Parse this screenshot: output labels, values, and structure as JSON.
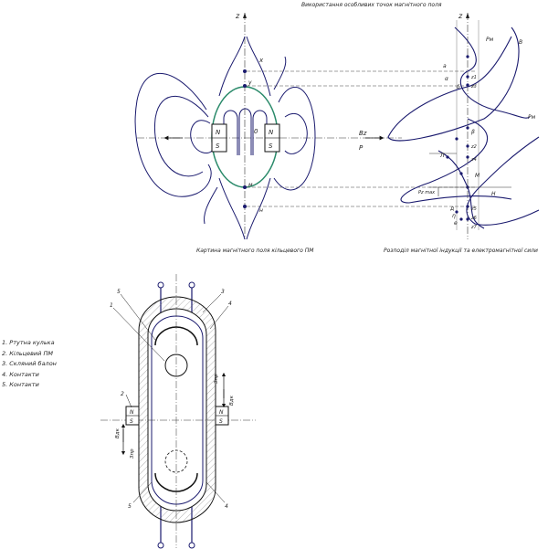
{
  "captions": {
    "title_top": "Використання особливих точок магнітного поля",
    "caption_left": "Картина магнітного поля кільцевого ПМ",
    "caption_right": "Розподіл магнітної індукції та електромагнітної сили"
  },
  "axis_labels": {
    "z_left": "z",
    "z_right": "z",
    "x_axis": "x",
    "bz": "Bz",
    "p": "P",
    "b_right": "B",
    "beta": "β",
    "pm_upper": "Pм",
    "pm_right": "Pм",
    "pz_max": "Pz max",
    "o_center": "0"
  },
  "point_labels_left": {
    "x": "x",
    "y": "у",
    "m": "м",
    "n": "н"
  },
  "point_labels_right": {
    "a": "a",
    "alpha": "α",
    "delta": "δ",
    "z1": "z1",
    "z2": "z2",
    "z3": "z3",
    "z4": "z4",
    "z5": "z5",
    "z6": "z6",
    "z7": "z7",
    "l": "Л",
    "m": "M",
    "n": "H",
    "d": "д",
    "eta": "η",
    "e": "e"
  },
  "magnet_poles": {
    "n": "N",
    "s": "S"
  },
  "device_numbers": {
    "n1": "1",
    "n2": "2",
    "n3": "3",
    "n4": "4",
    "n5": "5",
    "n5b": "5",
    "n4b": "4"
  },
  "forces": {
    "fupper_right": "Зпр",
    "fdk_right": "Вдк",
    "fdk_left": "Вдк",
    "fupper_left": "Зпр"
  },
  "legend": [
    "1. Ртутна кулька",
    "2. Кільцевий ПМ",
    "3. Скляний балон",
    "4. Контакти",
    "5. Контакти"
  ],
  "colors": {
    "line": "#1a1a6e",
    "green": "#2a8a6a",
    "thin": "#333333"
  }
}
